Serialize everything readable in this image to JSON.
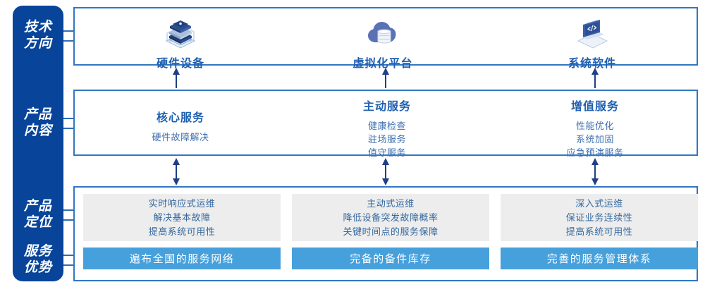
{
  "colors": {
    "rail": "#08459A",
    "panel_border": "#3277C2",
    "title_blue": "#1F5FAF",
    "body_blue": "#3C6FB0",
    "grey_card": "#EDEDED",
    "bar_blue": "#46A0DC",
    "connector": "#2E6DB4",
    "arrow": "#1F3F86"
  },
  "rail": {
    "items": [
      {
        "name": "technology-direction",
        "line1": "技术",
        "line2": "方向"
      },
      {
        "name": "product-content",
        "line1": "产品",
        "line2": "内容"
      },
      {
        "name": "product-positioning",
        "line1": "产品",
        "line2": "定位"
      },
      {
        "name": "service-advantage",
        "line1": "服务",
        "line2": "优势"
      }
    ]
  },
  "technology": {
    "columns": [
      {
        "icon": "server-stack-icon",
        "label": "硬件设备"
      },
      {
        "icon": "cloud-database-icon",
        "label": "虚拟化平台"
      },
      {
        "icon": "laptop-code-icon",
        "label": "系统软件"
      }
    ]
  },
  "product_content": {
    "columns": [
      {
        "title": "核心服务",
        "items": [
          "硬件故障解决"
        ]
      },
      {
        "title": "主动服务",
        "items": [
          "健康检查",
          "驻场服务",
          "值守服务"
        ]
      },
      {
        "title": "增值服务",
        "items": [
          "性能优化",
          "系统加固",
          "应急预演服务"
        ]
      }
    ]
  },
  "product_positioning": {
    "cards": [
      {
        "lines": [
          "实时响应式运维",
          "解决基本故障",
          "提高系统可用性"
        ]
      },
      {
        "lines": [
          "主动式运维",
          "降低设备突发故障概率",
          "关键时间点的服务保障"
        ]
      },
      {
        "lines": [
          "深入式运维",
          "保证业务连续性",
          "提高系统可用性"
        ]
      }
    ]
  },
  "service_advantage": {
    "bars": [
      {
        "label": "遍布全国的服务网络"
      },
      {
        "label": "完备的备件库存"
      },
      {
        "label": "完善的服务管理体系"
      }
    ]
  },
  "arrows": {
    "up_single": "arrow-up-icon",
    "up_down_double": "arrow-up-down-icon",
    "down_single": "arrow-down-icon"
  }
}
